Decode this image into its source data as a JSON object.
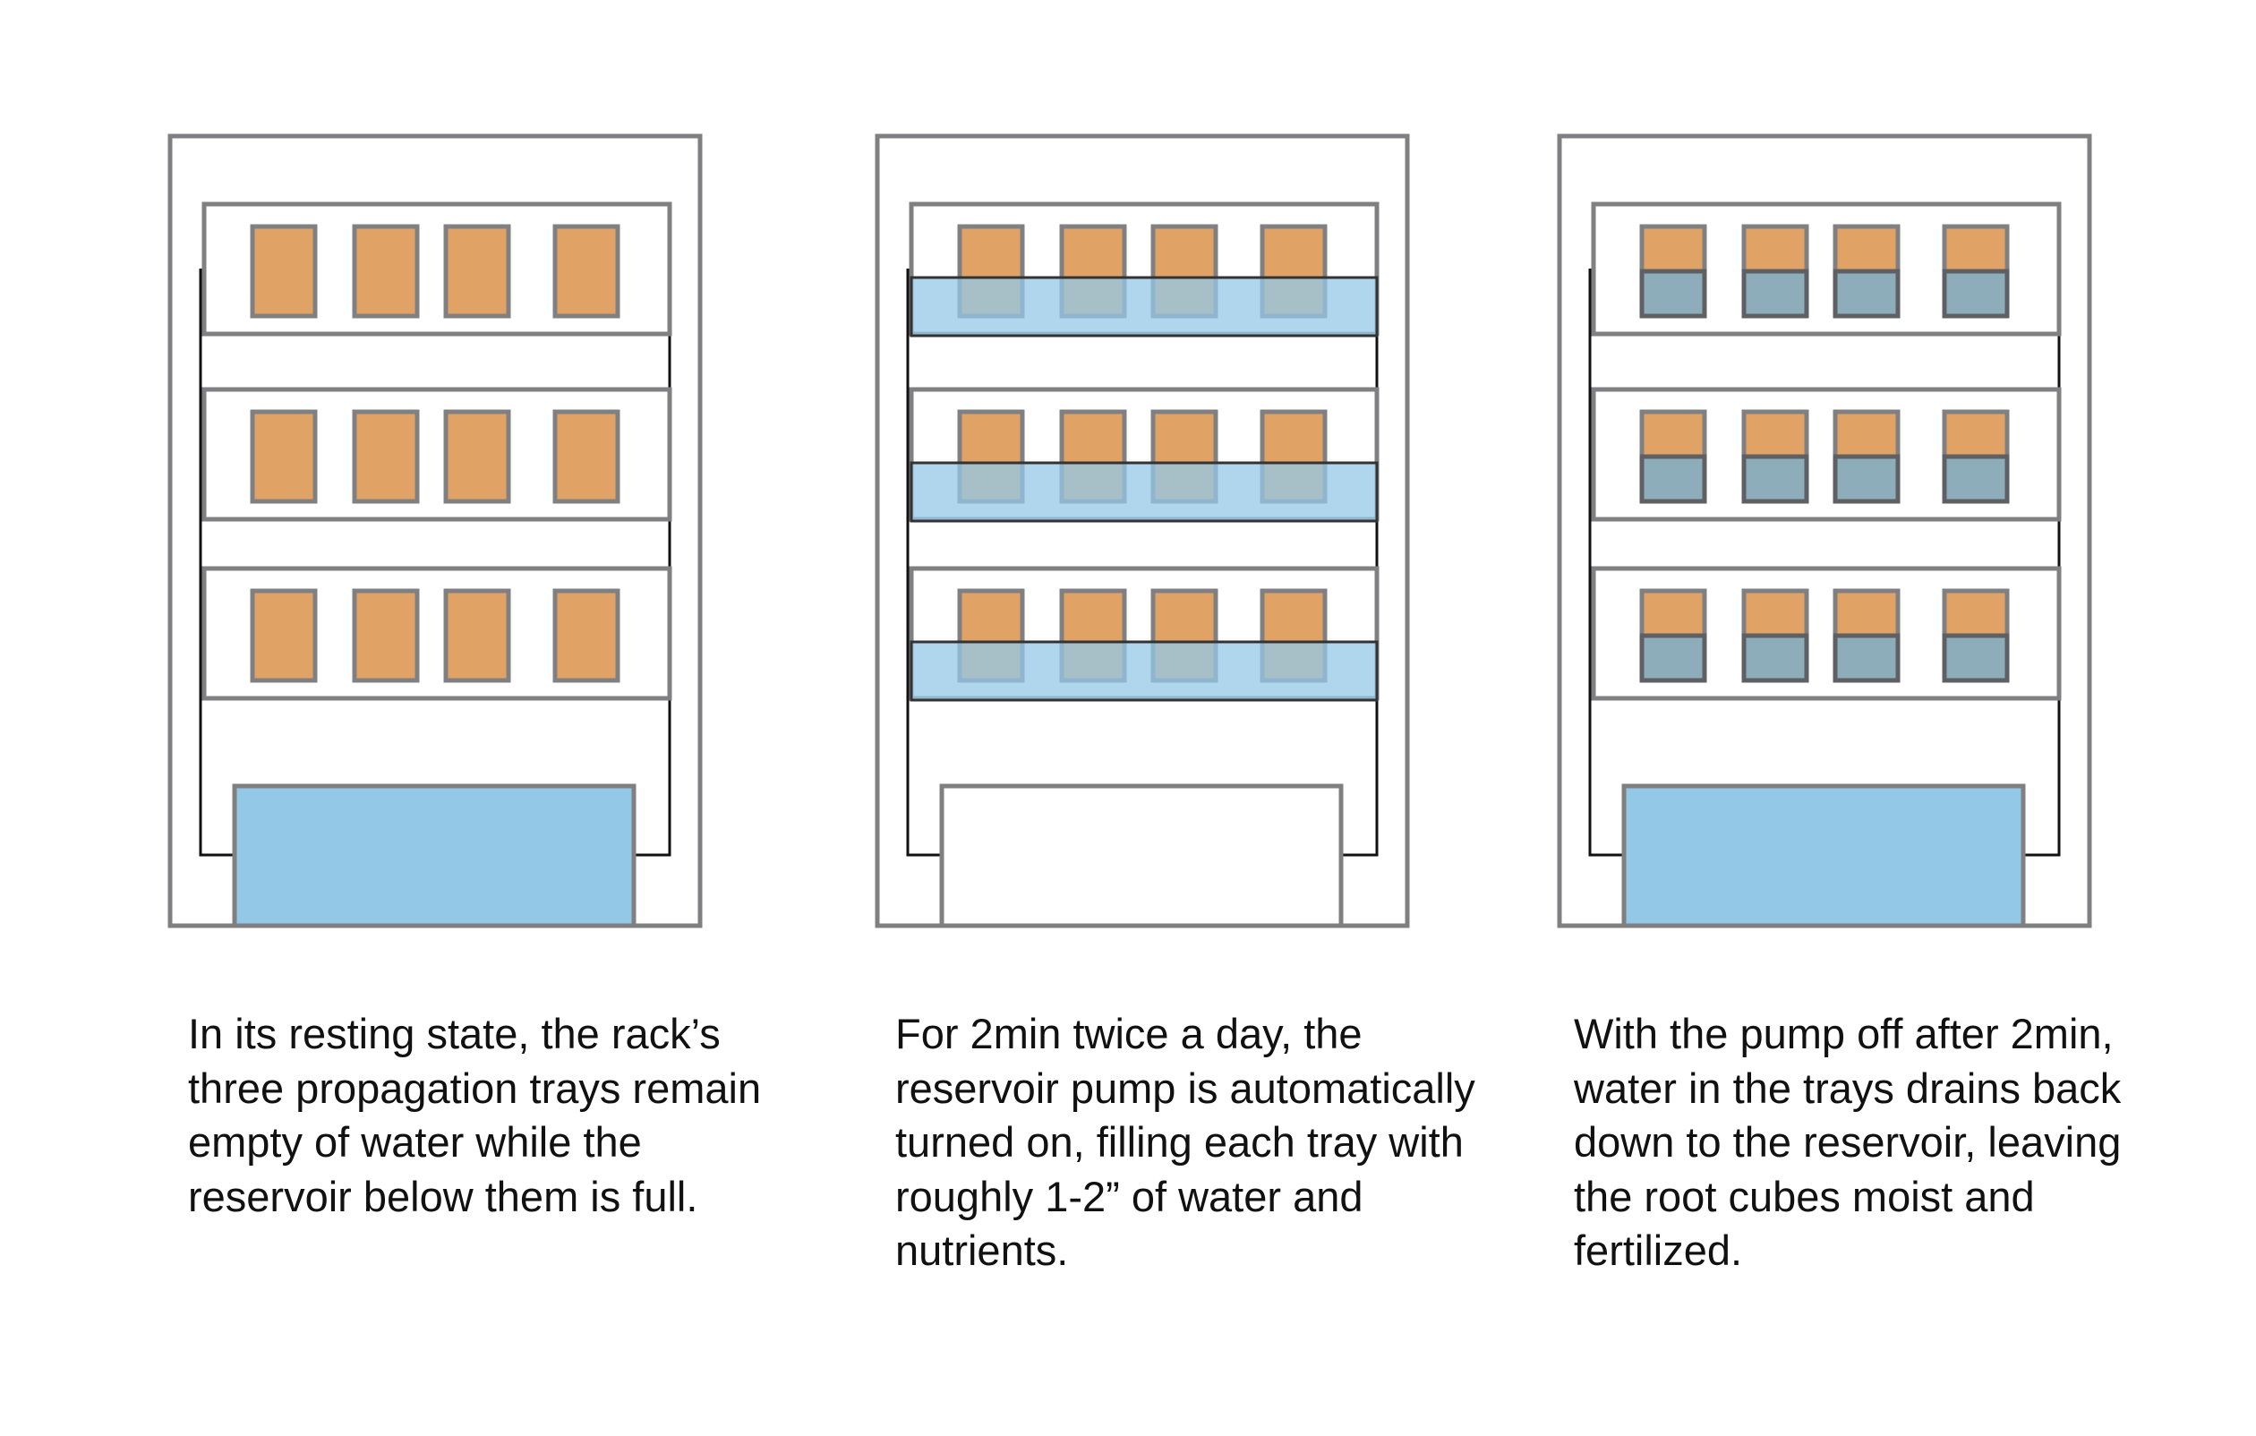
{
  "colors": {
    "frame": "#808083",
    "pipe": "#111111",
    "cube": "#E0A365",
    "water": "#94C8E7",
    "soaked_cube": "#8EADBA",
    "background": "#FFFFFF"
  },
  "panels": [
    {
      "state": "resting",
      "reservoir_full": true,
      "trays_filled": false,
      "cubes_moist": false,
      "caption": "In its resting state, the rack’s three propagation trays remain empty of water while the reservoir below them is full."
    },
    {
      "state": "pumping",
      "reservoir_full": false,
      "trays_filled": true,
      "cubes_moist": false,
      "caption": "For 2min twice a day, the reservoir pump is automatically turned on, filling each tray with roughly 1-2” of water and nutrients."
    },
    {
      "state": "drained",
      "reservoir_full": true,
      "trays_filled": false,
      "cubes_moist": true,
      "caption": "With the pump off after 2min, water in the trays drains back down to the reservoir, leaving the root cubes moist and fertilized."
    }
  ]
}
